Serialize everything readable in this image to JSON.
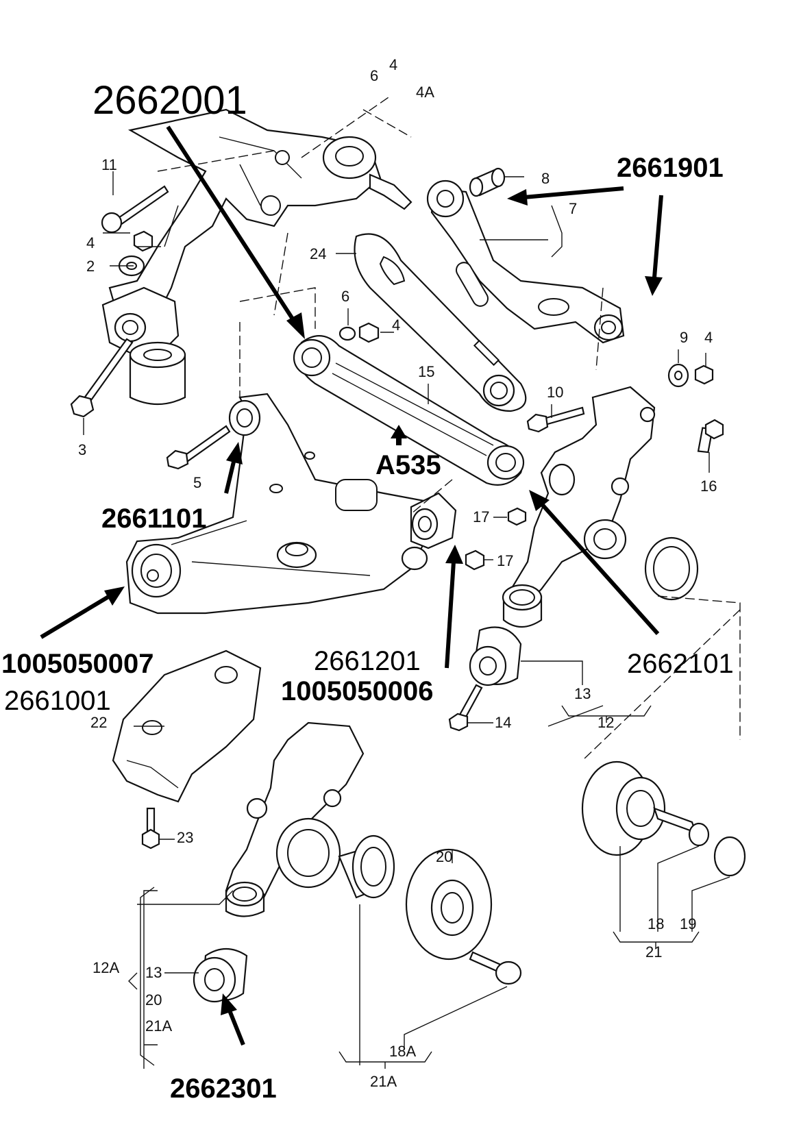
{
  "part_numbers": {
    "p2662001": "2662001",
    "p2661901": "2661901",
    "p2661101": "2661101",
    "pA535": "A535",
    "p1005050007": "1005050007",
    "p2661001": "2661001",
    "p2661201": "2661201",
    "p1005050006": "1005050006",
    "p2662101": "2662101",
    "p2662301": "2662301"
  },
  "callouts": {
    "c2": "2",
    "c3": "3",
    "c4a": "4",
    "c4b": "4",
    "c4c": "4",
    "c4d": "4",
    "c4A": "4A",
    "c5": "5",
    "c6a": "6",
    "c6b": "6",
    "c7": "7",
    "c8": "8",
    "c9": "9",
    "c10": "10",
    "c11": "11",
    "c12": "12",
    "c12A": "12A",
    "c13a": "13",
    "c13b": "13",
    "c14": "14",
    "c15": "15",
    "c16": "16",
    "c17a": "17",
    "c17b": "17",
    "c18": "18",
    "c18A": "18A",
    "c19": "19",
    "c20a": "20",
    "c20b": "20",
    "c21": "21",
    "c21Aa": "21A",
    "c21Ab": "21A",
    "c22": "22",
    "c23": "23",
    "c24": "24"
  }
}
